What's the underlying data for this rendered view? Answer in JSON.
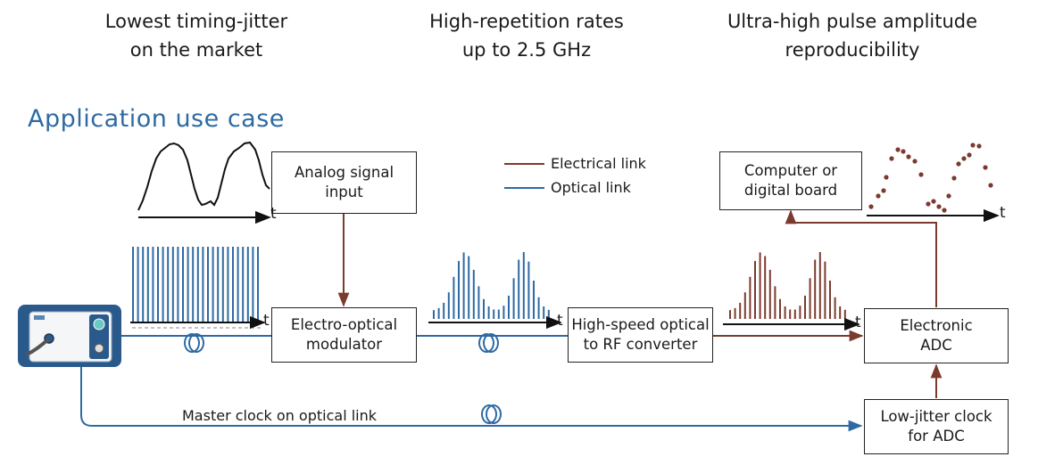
{
  "headers": [
    {
      "line1": "Lowest timing-jitter",
      "line2": "on the market"
    },
    {
      "line1": "High-repetition rates",
      "line2": "up to 2.5 GHz"
    },
    {
      "line1": "Ultra-high pulse amplitude",
      "line2": "reproducibility"
    }
  ],
  "section_title": "Application use case",
  "legend": {
    "electrical": "Electrical link",
    "optical": "Optical link"
  },
  "boxes": {
    "analog": {
      "line1": "Analog signal",
      "line2": "input"
    },
    "eom": {
      "line1": "Electro-optical",
      "line2": "modulator"
    },
    "converter": {
      "line1": "High-speed optical",
      "line2": "to RF converter"
    },
    "computer": {
      "line1": "Computer or",
      "line2": "digital board"
    },
    "adc": {
      "line1": "Electronic",
      "line2": "ADC"
    },
    "clock": {
      "line1": "Low-jitter clock",
      "line2": "for ADC"
    }
  },
  "master_clock_label": "Master clock on optical link",
  "axis_label": "t",
  "colors": {
    "optical": "#2e6aa3",
    "electrical": "#7a3b2e",
    "title": "#2e6aa3",
    "device_body": "#2a5a8c"
  },
  "icons": [
    "laser-device-icon",
    "fiber-coil-icon"
  ]
}
